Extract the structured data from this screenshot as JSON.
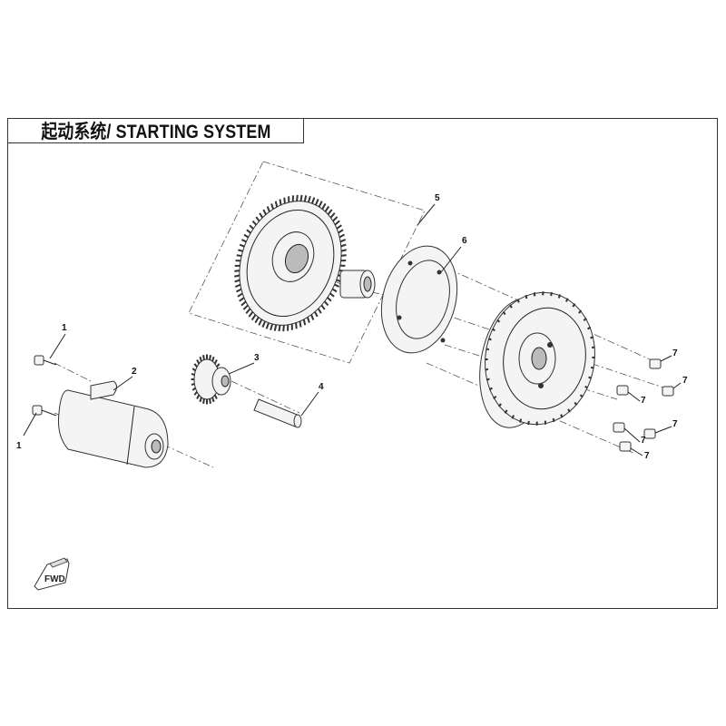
{
  "title": "起动系统/ STARTING SYSTEM",
  "fwd_label": "FWD",
  "callouts": {
    "c1a": "1",
    "c1b": "1",
    "c2": "2",
    "c3": "3",
    "c4": "4",
    "c5": "5",
    "c6": "6",
    "c7a": "7",
    "c7b": "7",
    "c7c": "7",
    "c7d": "7",
    "c7e": "7",
    "c7f": "7"
  }
}
